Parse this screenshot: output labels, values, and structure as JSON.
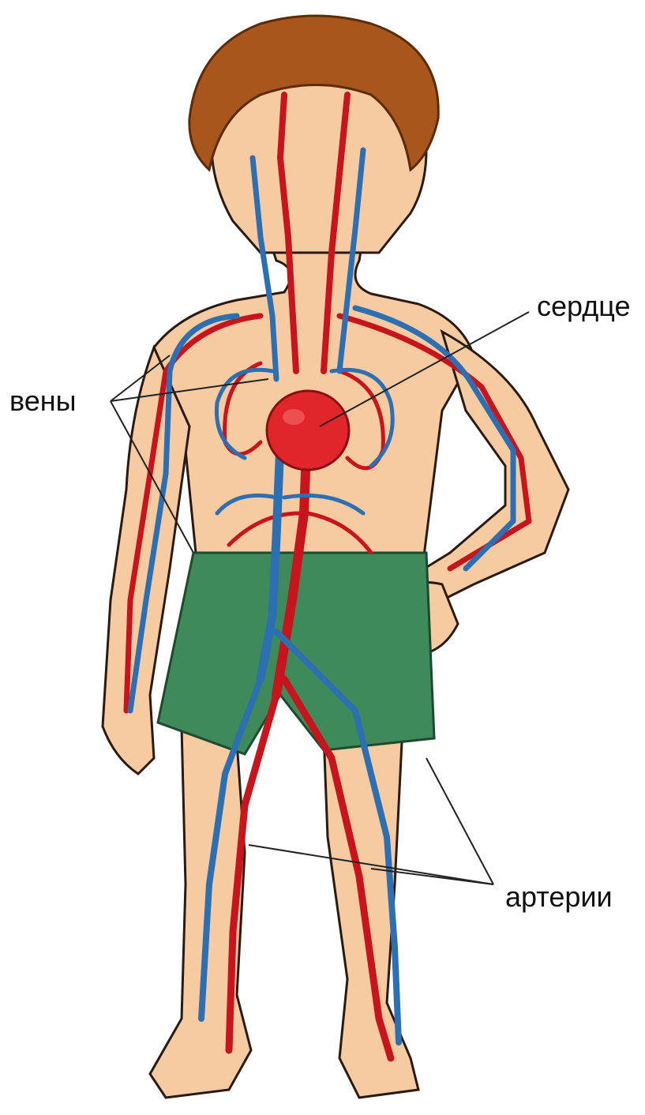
{
  "labels": {
    "heart": "сердце",
    "veins": "вены",
    "arteries": "артерии"
  },
  "colors": {
    "skin": "#f6cba2",
    "skin_outline": "#2a1a12",
    "hair": "#a8561c",
    "shorts": "#3f8a5a",
    "artery": "#c8141c",
    "vein": "#2c6fb2",
    "heart": "#e0262a",
    "leader_line": "#222222"
  }
}
